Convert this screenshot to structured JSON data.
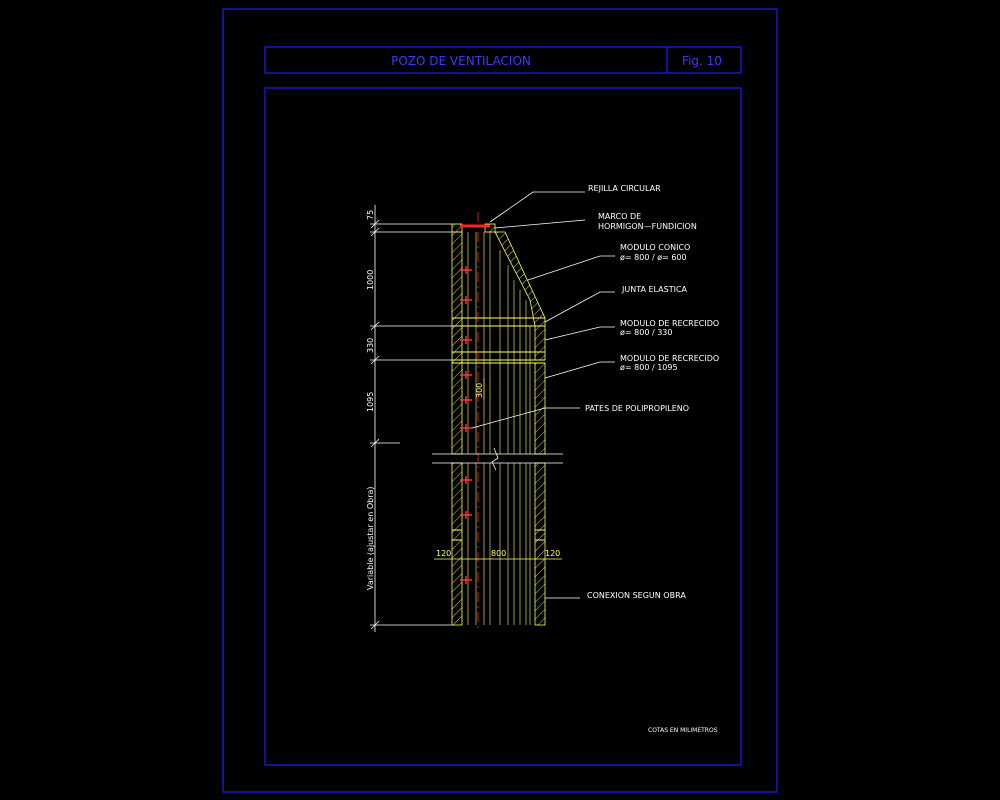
{
  "colors": {
    "background": "#000000",
    "frame": "#1a1aff",
    "title_text": "#3a3aff",
    "leader": "#ffffff",
    "label": "#ffffff",
    "section": "#ffff66",
    "axis": "#ff2222",
    "steps": "#ff3333"
  },
  "title_block": {
    "title": "POZO DE VENTILACION",
    "figure": "Fig. 10"
  },
  "labels": {
    "rejilla": "REJILLA CIRCULAR",
    "marco_1": "MARCO DE",
    "marco_2": "HORMIGON—FUNDICION",
    "conico_1": "MODULO CONICO",
    "conico_2": "ø= 800 / ø= 600",
    "junta": "JUNTA ELASTICA",
    "recrecido330_1": "MODULO DE RECRECIDO",
    "recrecido330_2": "ø= 800 / 330",
    "recrecido1095_1": "MODULO DE RECRECIDO",
    "recrecido1095_2": "ø= 800 / 1095",
    "pates": "PATES DE POLIPROPILENO",
    "conexion": "CONEXION SEGUN OBRA",
    "cotas": "COTAS EN MILIMETROS"
  },
  "dimensions": {
    "d75": "75",
    "d1000": "1000",
    "d330": "330",
    "d1095": "1095",
    "dvariable": "Variable (ajustar en Obra)",
    "d300": "300",
    "d120_left": "120",
    "d800": "800",
    "d120_right": "120"
  }
}
